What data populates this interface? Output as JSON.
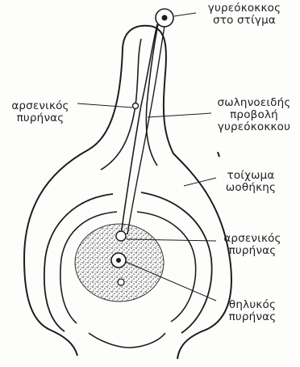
{
  "labels": {
    "pollen_on_stigma": [
      "γυρεόκοκκος",
      "στο στίγμα"
    ],
    "male_nucleus_tube": [
      "αρσενικός",
      "πυρήνας"
    ],
    "pollen_tube": [
      "σωληνοειδής",
      "προβολή",
      "γυρεόκοκκου"
    ],
    "ovary_wall": [
      "τοίχωμα",
      "ωοθήκης"
    ],
    "male_nucleus_ovule": [
      "αρσενικός",
      "πυρήνας"
    ],
    "female_nucleus": [
      "θηλυκός",
      "πυρήνας"
    ]
  },
  "colors": {
    "ink": "#1d1d1d",
    "paper": "#fdfdfc",
    "stipple": "#555555"
  }
}
